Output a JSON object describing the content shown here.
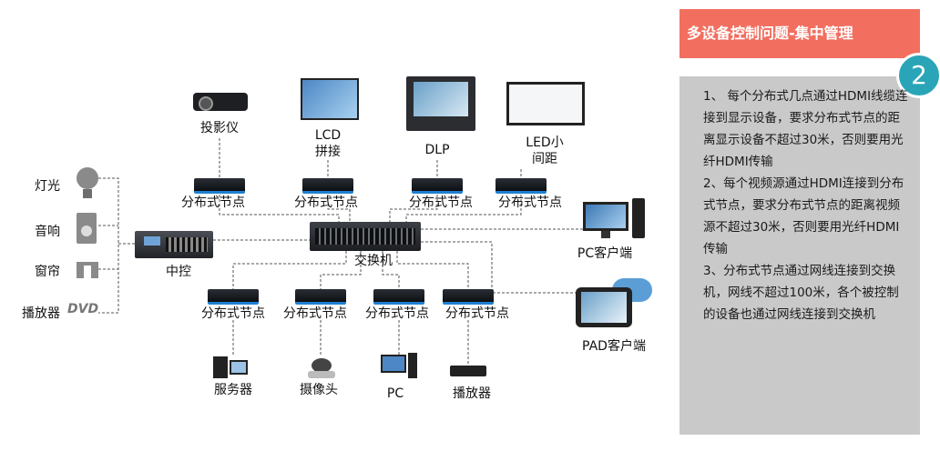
{
  "header": {
    "title": "多设备控制问题-集中管理",
    "badge": "2"
  },
  "notes": [
    "1、 每个分布式几点通过HDMI线缆连接到显示设备，要求分布式节点的距离显示设备不超过30米，否则要用光纤HDMI传输",
    "2、每个视频源通过HDMI连接到分布式节点，要求分布式节点的距离视频源不超过30米，否则要用光纤HDMI传输",
    "3、分布式节点通过网线连接到交换机，网线不超过100米，各个被控制的设备也通过网线连接到交换机"
  ],
  "diagram": {
    "node_label": "分布式节点",
    "switch_label": "交换机",
    "controller_label": "中控",
    "displays": [
      "投影仪",
      "LCD\n拼接",
      "DLP",
      "LED小\n间距"
    ],
    "controlled": [
      "灯光",
      "音响",
      "窗帘",
      "播放器"
    ],
    "clients": [
      "PC客户端",
      "PAD客户端"
    ],
    "sources": [
      "服务器",
      "摄像头",
      "PC",
      "播放器"
    ]
  },
  "colors": {
    "accent": "#f26f60",
    "badge": "#2aa5b8",
    "panel": "#c9c9c9",
    "node_stripe": "#1f7fd1"
  }
}
